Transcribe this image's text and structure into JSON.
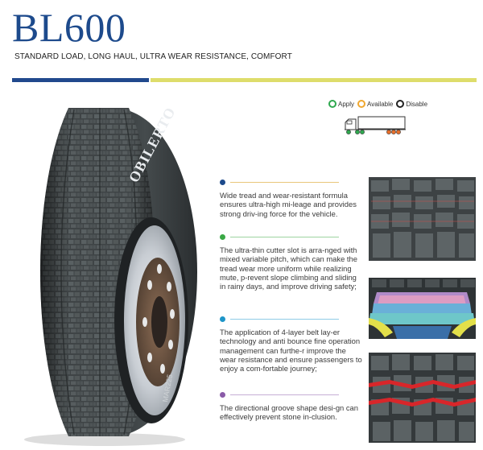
{
  "header": {
    "title": "BL600",
    "subtitle": "STANDARD LOAD, LONG HAUL, ULTRA WEAR RESISTANCE, COMFORT"
  },
  "legend": [
    {
      "label": "Apply",
      "color": "#2fa84f"
    },
    {
      "label": "Available",
      "color": "#f0a830"
    },
    {
      "label": "Disable",
      "color": "#222222"
    }
  ],
  "tire": {
    "brand_text": "OBILERTO",
    "size_text": "MAR225"
  },
  "features": [
    {
      "color": "#1d4a8c",
      "line_color": "#e9c67a",
      "text": "Wide tread and wear-resistant formula ensures ultra-high mi-leage and provides strong driv-ing force for the vehicle."
    },
    {
      "color": "#3aa845",
      "line_color": "#9cd3a0",
      "text": "The ultra-thin cutter slot is arra-nged with mixed variable pitch, which can make the tread wear more uniform while realizing mute, p-revent slope climbing and sliding in rainy days, and improve driving safety;"
    },
    {
      "color": "#1e95c8",
      "line_color": "#8fcbe6",
      "text": "The application of 4-layer belt lay-er technology and anti bounce fine operation management can furthe-r improve the wear resistance and ensure passengers to enjoy a com-fortable journey;"
    },
    {
      "color": "#8a5ba8",
      "line_color": "#c6aed6",
      "text": "The directional groove shape desi-gn can effectively prevent stone in-clusion."
    }
  ],
  "colors": {
    "brand_blue": "#1d4a8c",
    "accent_yellow": "#dedd6b"
  }
}
